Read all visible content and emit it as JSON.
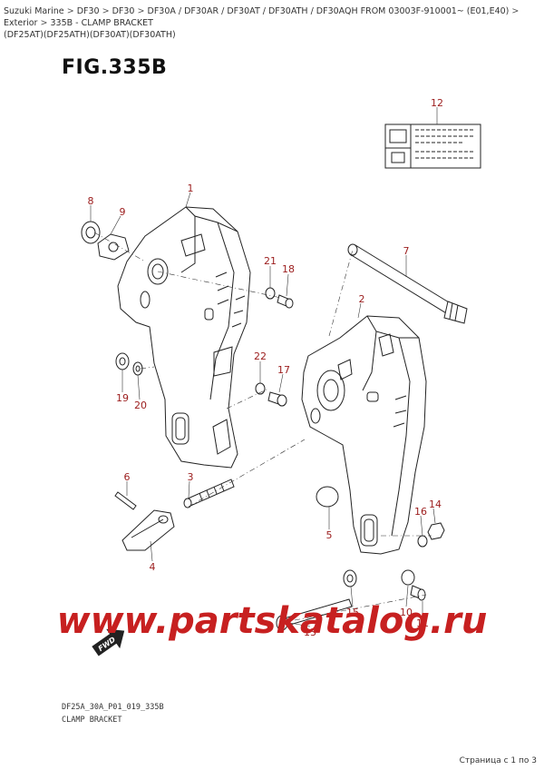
{
  "breadcrumb": {
    "items": [
      "Suzuki Marine",
      "DF30",
      "DF30",
      "DF30A / DF30AR / DF30AT / DF30ATH / DF30AQH FROM 03003F-910001~ (E01,E40)",
      "Exterior",
      "335B - CLAMP BRACKET"
    ],
    "separator": ">",
    "subline": "(DF25AT)(DF25ATH)(DF30AT)(DF30ATH)"
  },
  "figure": {
    "title": "FIG.335B",
    "code": "DF25A_30A_P01_019_335B",
    "name": "CLAMP BRACKET"
  },
  "callouts": [
    "1",
    "2",
    "3",
    "4",
    "5",
    "6",
    "7",
    "8",
    "9",
    "10",
    "11",
    "12",
    "13",
    "14",
    "15",
    "16",
    "17",
    "18",
    "19",
    "20",
    "21",
    "22"
  ],
  "watermark": "www.partskatalog.ru",
  "fwd_label": "FWD",
  "pager": "Страница с 1 по 3",
  "colors": {
    "callout": "#9b1c1c",
    "watermark": "#c72020",
    "line": "#222222"
  }
}
